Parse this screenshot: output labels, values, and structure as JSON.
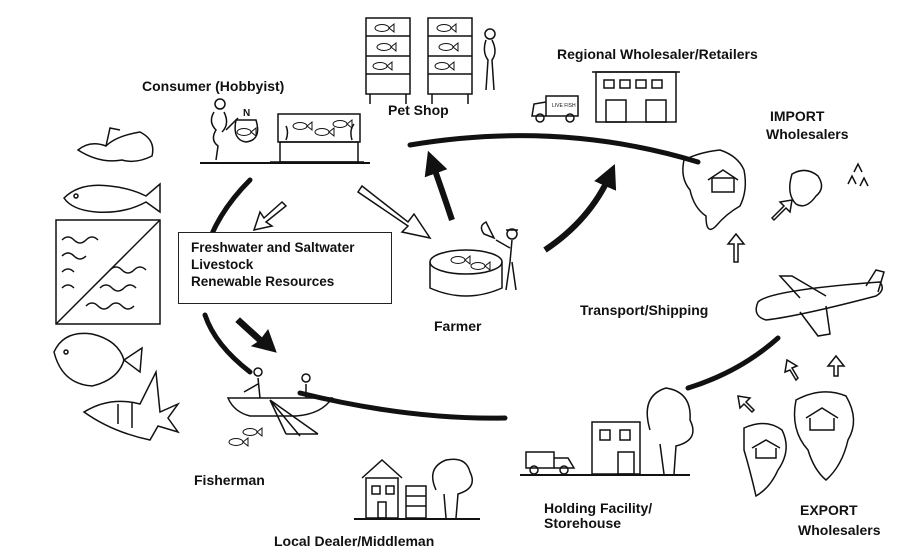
{
  "labels": {
    "consumer": "Consumer (Hobbyist)",
    "pet_shop": "Pet Shop",
    "regional": "Regional Wholesaler/Retailers",
    "import_line1": "IMPORT",
    "import_line2": "Wholesalers",
    "transport": "Transport/Shipping",
    "farmer": "Farmer",
    "fisherman": "Fisherman",
    "holding_line1": "Holding Facility/",
    "holding_line2": "Storehouse",
    "local_dealer": "Local Dealer/Middleman",
    "export_line1": "EXPORT",
    "export_line2": "Wholesalers"
  },
  "center_box": {
    "line1": "Freshwater and Saltwater",
    "line2": "Livestock",
    "line3": "Renewable Resources"
  },
  "icons": {
    "store_sign": "LIVE FISH",
    "bag_mark": "N"
  },
  "colors": {
    "ink": "#111111",
    "background": "#ffffff"
  }
}
